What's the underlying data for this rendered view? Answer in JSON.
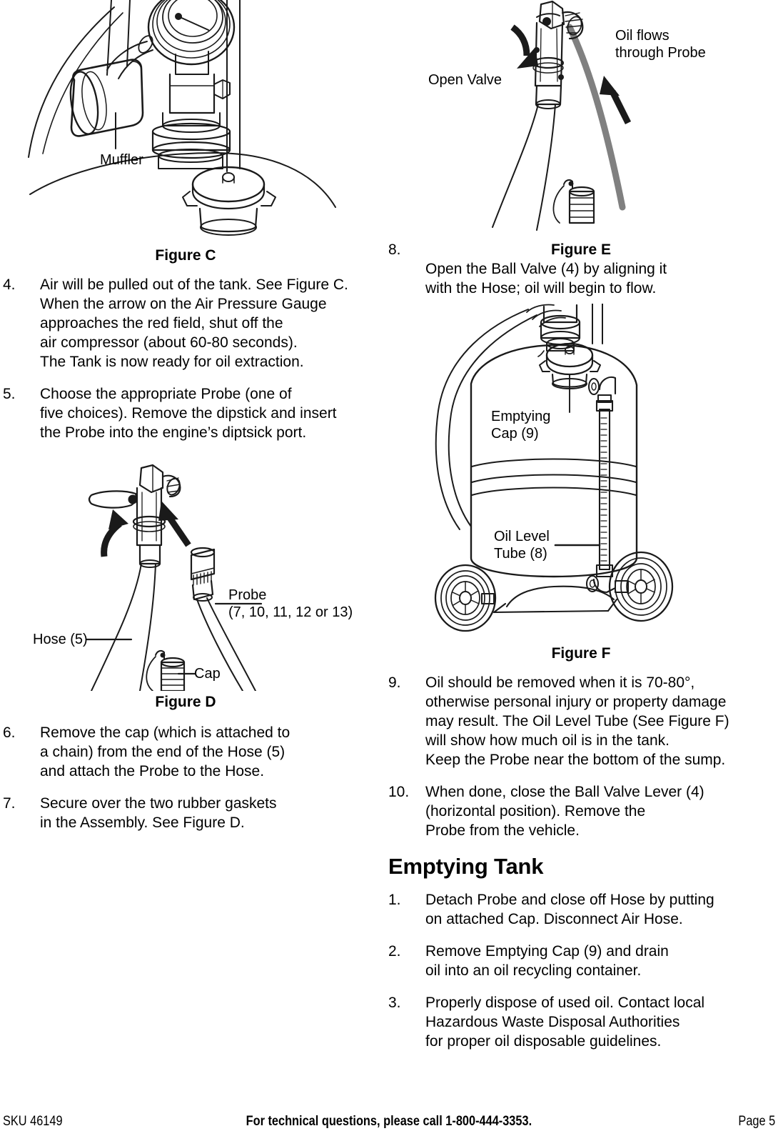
{
  "document": {
    "page_label": "Page 5",
    "sku": "SKU 46149",
    "support_line": "For technical questions, please call 1-800-444-3353."
  },
  "left_column": {
    "figure_c": {
      "caption": "Figure C",
      "labels": [
        {
          "name": "muffler",
          "text": "Muffler"
        }
      ]
    },
    "steps": [
      {
        "number": "4.",
        "text": "Air will be pulled out of the tank. See Figure C.\nWhen the arrow on the Air Pressure Gauge\napproaches the red field, shut off the\nair compressor (about 60-80 seconds).\nThe Tank is now ready for oil extraction."
      },
      {
        "number": "5.",
        "text": "Choose the appropriate Probe (one of\nfive choices).  Remove the dipstick and insert\nthe Probe into the engine’s diptsick port."
      }
    ],
    "figure_d": {
      "caption": "Figure D",
      "labels": [
        {
          "name": "hose",
          "text": "Hose (5)"
        },
        {
          "name": "probe",
          "text": "Probe\n(7, 10, 11, 12 or 13)"
        },
        {
          "name": "cap",
          "text": "Cap"
        }
      ]
    },
    "steps_after_d": [
      {
        "number": "6.",
        "text": "Remove the cap (which is attached to\na chain) from the end of the Hose (5)\nand attach the Probe to the Hose."
      },
      {
        "number": "7.",
        "text": "Secure over the two rubber gaskets\nin the Assembly.  See Figure D."
      }
    ]
  },
  "right_column": {
    "figure_e": {
      "caption": "Figure E",
      "labels": [
        {
          "name": "open-valve",
          "text": "Open Valve"
        },
        {
          "name": "oil-flows",
          "text": "Oil flows\nthrough Probe"
        }
      ]
    },
    "step_8": {
      "number": "8.",
      "text": "Open the Ball Valve (4) by aligning it\nwith the Hose; oil will begin to flow."
    },
    "figure_f": {
      "caption": "Figure F",
      "labels": [
        {
          "name": "emptying-cap",
          "text": "Emptying\nCap (9)"
        },
        {
          "name": "oil-level-tube",
          "text": "Oil Level\nTube (8)"
        }
      ]
    },
    "steps_after_f": [
      {
        "number": "9.",
        "text": "Oil should be removed when it is 70-80°,\notherwise personal injury or property damage\nmay result.  The Oil Level Tube (See Figure F)\nwill show how much oil is in the tank.\nKeep the Probe near the bottom of the sump."
      },
      {
        "number": "10.",
        "text": "When done, close the Ball Valve Lever (4)\n(horizontal position).  Remove the\nProbe from the vehicle."
      }
    ],
    "emptying_tank": {
      "heading": "Emptying Tank",
      "steps": [
        {
          "number": "1.",
          "text": "Detach Probe and close off Hose by putting\non attached Cap.  Disconnect Air Hose."
        },
        {
          "number": "2.",
          "text": "Remove Emptying Cap (9) and drain\noil into an oil recycling container."
        },
        {
          "number": "3.",
          "text": "Properly dispose of used oil.  Contact local\nHazardous Waste Disposal Authorities\nfor proper oil disposable guidelines."
        }
      ]
    }
  },
  "colors": {
    "ink": "#1a1a1a",
    "oil_flow_gray": "#808080",
    "page_background": "#ffffff"
  }
}
